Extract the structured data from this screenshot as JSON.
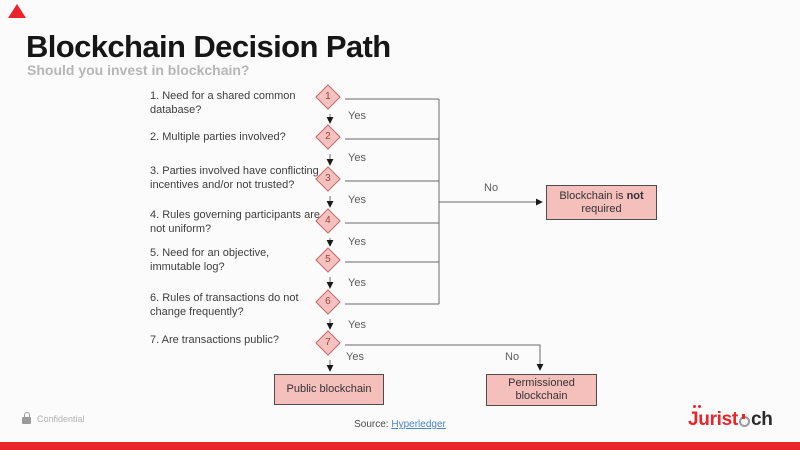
{
  "slide": {
    "title": "Blockchain Decision Path",
    "subtitle": "Should you invest in blockchain?"
  },
  "flowchart": {
    "yes_label": "Yes",
    "no_label": "No",
    "questions": [
      {
        "number": "1",
        "text": "1. Need for a shared common database?"
      },
      {
        "number": "2",
        "text": "2. Multiple parties involved?"
      },
      {
        "number": "3",
        "text": "3. Parties involved have conflicting incentives and/or not trusted?"
      },
      {
        "number": "4",
        "text": "4. Rules governing participants are not uniform?"
      },
      {
        "number": "5",
        "text": "5. Need for an objective, immutable log?"
      },
      {
        "number": "6",
        "text": "6. Rules of transactions do not change frequently?"
      },
      {
        "number": "7",
        "text": "7. Are transactions public?"
      }
    ],
    "results": {
      "not_required_line1_normal": "Blockchain is ",
      "not_required_line1_bold": "not",
      "not_required_line2": "required",
      "public": "Public blockchain",
      "permissioned": "Permissioned blockchain"
    },
    "colors": {
      "node_fill": "#f6c1be",
      "node_border": "#c06a6a",
      "box_fill": "#f5bfbc",
      "box_border": "#4d4d4d",
      "accent_red": "#e8252b",
      "link_blue": "#4a86c8"
    }
  },
  "footer": {
    "confidential_label": "Confidential",
    "source_label": "Source:",
    "source_link_text": "Hyperledger",
    "logo_part_juris": "Juris",
    "logo_part_t": "t",
    "logo_part_ch": "ch"
  }
}
